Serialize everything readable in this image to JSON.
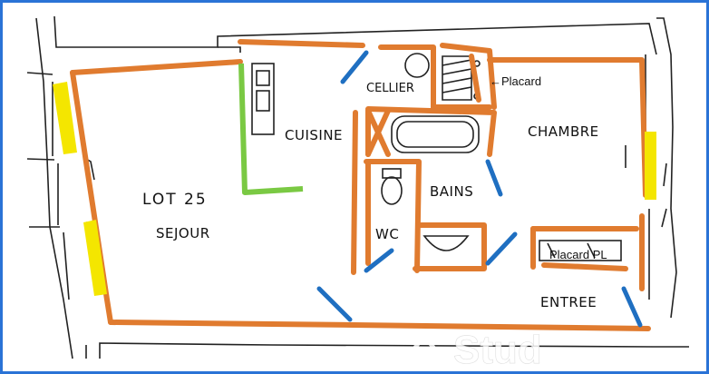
{
  "plan": {
    "lot": "LOT 25",
    "rooms": {
      "sejour": "SEJOUR",
      "cuisine": "CUISINE",
      "cellier": "CELLIER",
      "chambre": "CHAMBRE",
      "bains": "BAINS",
      "wc": "WC",
      "entree": "ENTREE"
    },
    "notes": {
      "placard_top": "←Placard",
      "placard_bottom": "Placard PL"
    },
    "watermark": "Stud",
    "colors": {
      "frame": "#2a73d6",
      "wall": "#e07b2f",
      "kitchen_wall": "#7ac943",
      "window": "#f4e600",
      "door": "#1f6fc1",
      "ink": "#222222"
    }
  }
}
